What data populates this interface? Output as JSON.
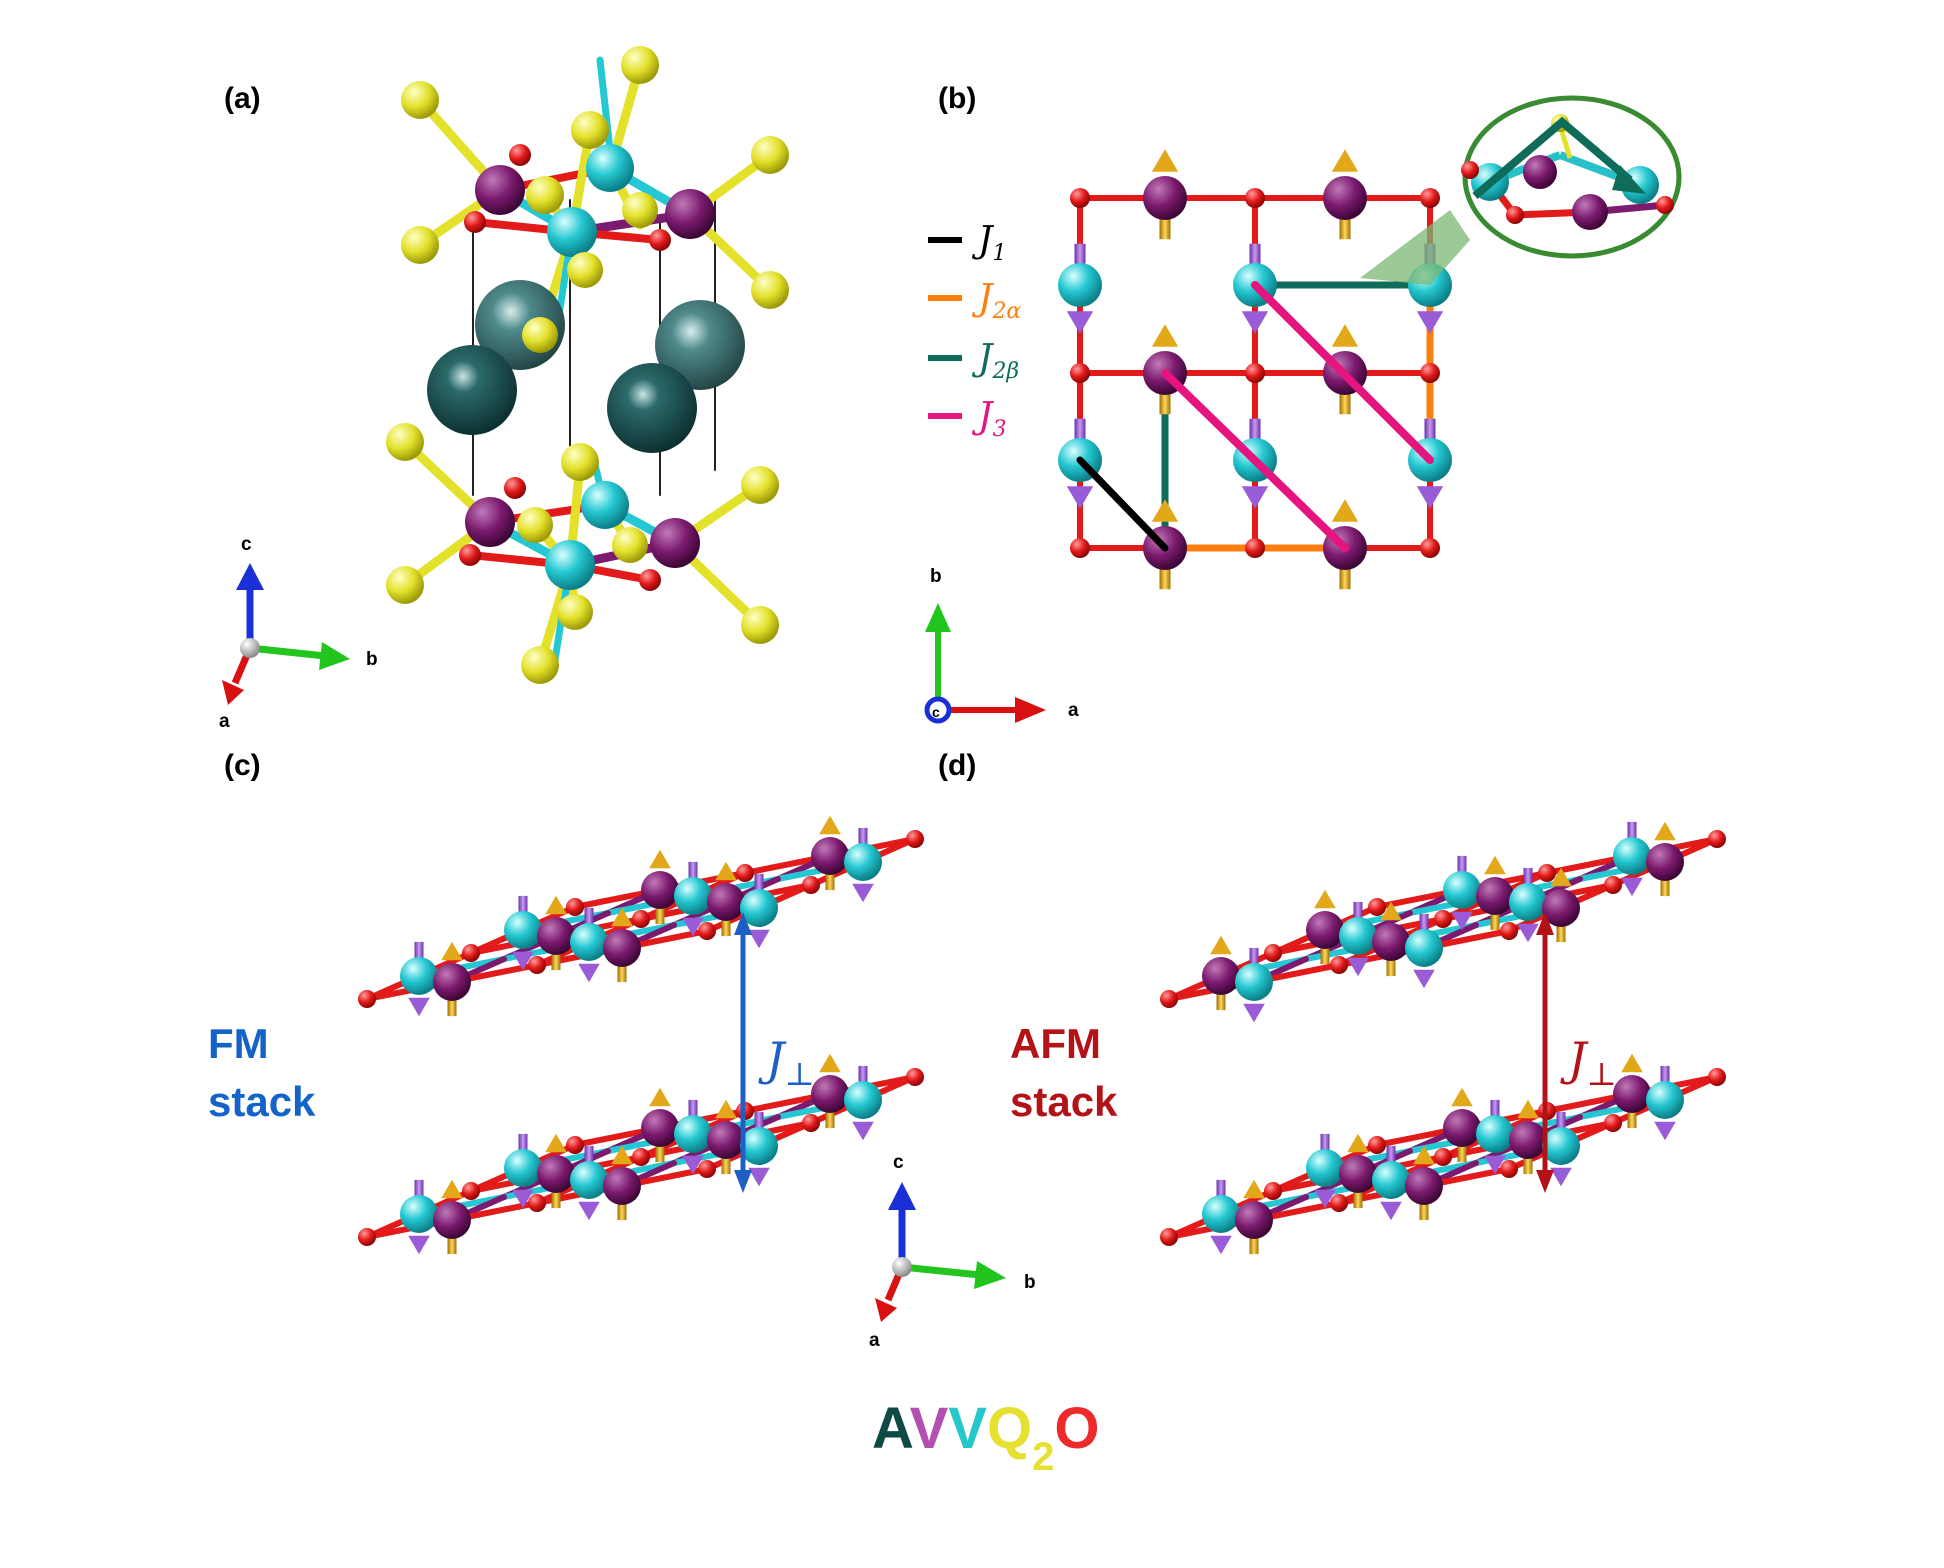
{
  "panels": {
    "a": "(a)",
    "b": "(b)",
    "c": "(c)",
    "d": "(d)"
  },
  "axes": {
    "a": "a",
    "b": "b",
    "c": "c"
  },
  "legend": [
    {
      "sym": "J",
      "sub": "1",
      "color": "#000000"
    },
    {
      "sym": "J",
      "sub": "2α",
      "color": "#ff7f0e"
    },
    {
      "sym": "J",
      "sub": "2β",
      "color": "#0f6b5a"
    },
    {
      "sym": "J",
      "sub": "3",
      "color": "#e6147e"
    }
  ],
  "stacks": {
    "fm": {
      "line1": "FM",
      "line2": "stack",
      "color": "#1463c8"
    },
    "afm": {
      "line1": "AFM",
      "line2": "stack",
      "color": "#b31217"
    }
  },
  "jperp": {
    "sym": "J",
    "sub": "⊥"
  },
  "formula": [
    {
      "t": "A",
      "color": "#0f4a45"
    },
    {
      "t": "V",
      "color": "#b24fb0"
    },
    {
      "t": "V",
      "color": "#25c7c9"
    },
    {
      "t": "Q",
      "color": "#e6e032"
    },
    {
      "t": "2",
      "color": "#e6e032",
      "sub": true
    },
    {
      "t": "O",
      "color": "#ee2a2a"
    }
  ],
  "colors": {
    "v_purple": "#7b1a6e",
    "v_cyan": "#25c8d2",
    "oxygen": "#e21a1a",
    "chalcogen": "#e3e12a",
    "a_site": "#17494a",
    "spin_gold": "#e2a81a",
    "spin_violet": "#9a5bd6"
  }
}
